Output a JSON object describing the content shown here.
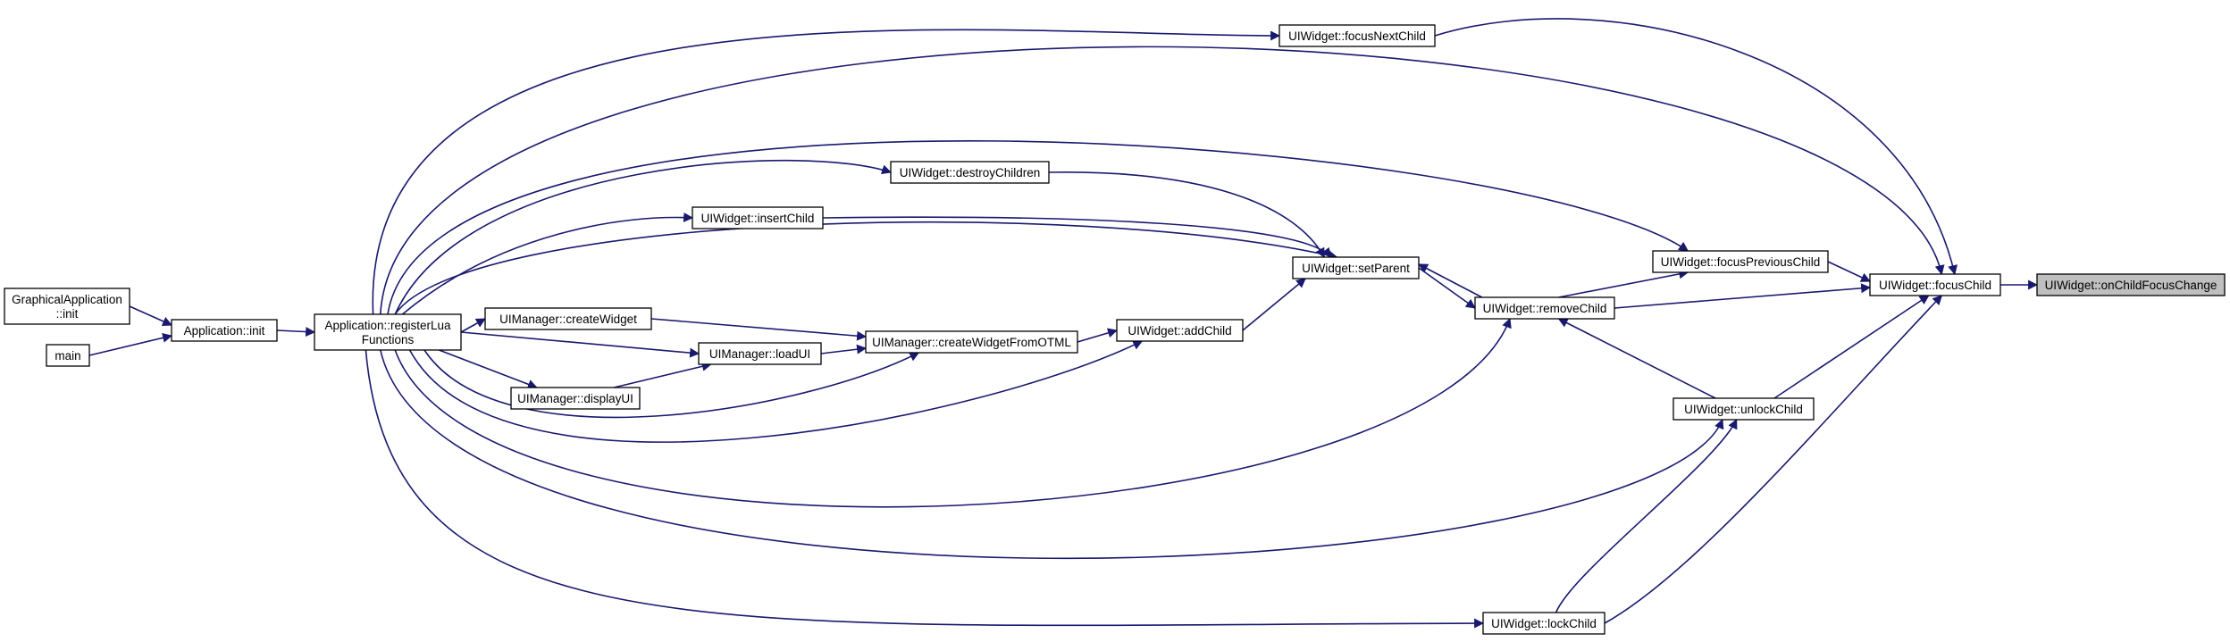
{
  "colors": {
    "edge": "#191970",
    "node_fill": "#ffffff",
    "node_border": "#000000",
    "root_fill": "#bfbfbf"
  },
  "nodes": [
    {
      "id": "onChildFocusChange",
      "lines": [
        "UIWidget::onChildFocusChange"
      ],
      "root": true
    },
    {
      "id": "focusChild",
      "lines": [
        "UIWidget::focusChild"
      ]
    },
    {
      "id": "focusNextChild",
      "lines": [
        "UIWidget::focusNextChild"
      ]
    },
    {
      "id": "focusPreviousChild",
      "lines": [
        "UIWidget::focusPreviousChild"
      ]
    },
    {
      "id": "removeChild",
      "lines": [
        "UIWidget::removeChild"
      ]
    },
    {
      "id": "unlockChild",
      "lines": [
        "UIWidget::unlockChild"
      ]
    },
    {
      "id": "lockChild",
      "lines": [
        "UIWidget::lockChild"
      ]
    },
    {
      "id": "setParent",
      "lines": [
        "UIWidget::setParent"
      ]
    },
    {
      "id": "destroyChildren",
      "lines": [
        "UIWidget::destroyChildren"
      ]
    },
    {
      "id": "insertChild",
      "lines": [
        "UIWidget::insertChild"
      ]
    },
    {
      "id": "addChild",
      "lines": [
        "UIWidget::addChild"
      ]
    },
    {
      "id": "createWidgetFromOTML",
      "lines": [
        "UIManager::createWidgetFromOTML"
      ]
    },
    {
      "id": "createWidget",
      "lines": [
        "UIManager::createWidget"
      ]
    },
    {
      "id": "loadUI",
      "lines": [
        "UIManager::loadUI"
      ]
    },
    {
      "id": "displayUI",
      "lines": [
        "UIManager::displayUI"
      ]
    },
    {
      "id": "registerLuaFunctions",
      "lines": [
        "Application::registerLua",
        "Functions"
      ]
    },
    {
      "id": "appInit",
      "lines": [
        "Application::init"
      ]
    },
    {
      "id": "graphicalInit",
      "lines": [
        "GraphicalApplication",
        "::init"
      ]
    },
    {
      "id": "main",
      "lines": [
        "main"
      ]
    }
  ],
  "edges": [
    {
      "from": "focusChild",
      "to": "onChildFocusChange"
    },
    {
      "from": "focusNextChild",
      "to": "focusChild"
    },
    {
      "from": "focusPreviousChild",
      "to": "focusChild"
    },
    {
      "from": "removeChild",
      "to": "focusChild"
    },
    {
      "from": "unlockChild",
      "to": "focusChild"
    },
    {
      "from": "lockChild",
      "to": "focusChild"
    },
    {
      "from": "registerLuaFunctions",
      "to": "focusChild"
    },
    {
      "from": "removeChild",
      "to": "focusPreviousChild"
    },
    {
      "from": "setParent",
      "to": "removeChild"
    },
    {
      "from": "removeChild",
      "to": "setParent"
    },
    {
      "from": "unlockChild",
      "to": "removeChild"
    },
    {
      "from": "lockChild",
      "to": "unlockChild"
    },
    {
      "from": "destroyChildren",
      "to": "setParent"
    },
    {
      "from": "insertChild",
      "to": "setParent"
    },
    {
      "from": "addChild",
      "to": "setParent"
    },
    {
      "from": "registerLuaFunctions",
      "to": "setParent"
    },
    {
      "from": "createWidgetFromOTML",
      "to": "addChild"
    },
    {
      "from": "createWidget",
      "to": "createWidgetFromOTML"
    },
    {
      "from": "loadUI",
      "to": "createWidgetFromOTML"
    },
    {
      "from": "displayUI",
      "to": "loadUI"
    },
    {
      "from": "registerLuaFunctions",
      "to": "focusNextChild"
    },
    {
      "from": "registerLuaFunctions",
      "to": "focusPreviousChild"
    },
    {
      "from": "registerLuaFunctions",
      "to": "destroyChildren"
    },
    {
      "from": "registerLuaFunctions",
      "to": "insertChild"
    },
    {
      "from": "registerLuaFunctions",
      "to": "createWidget"
    },
    {
      "from": "registerLuaFunctions",
      "to": "loadUI"
    },
    {
      "from": "registerLuaFunctions",
      "to": "displayUI"
    },
    {
      "from": "registerLuaFunctions",
      "to": "createWidgetFromOTML"
    },
    {
      "from": "registerLuaFunctions",
      "to": "addChild"
    },
    {
      "from": "registerLuaFunctions",
      "to": "removeChild"
    },
    {
      "from": "registerLuaFunctions",
      "to": "unlockChild"
    },
    {
      "from": "registerLuaFunctions",
      "to": "lockChild"
    },
    {
      "from": "appInit",
      "to": "registerLuaFunctions"
    },
    {
      "from": "graphicalInit",
      "to": "appInit"
    },
    {
      "from": "main",
      "to": "appInit"
    }
  ]
}
